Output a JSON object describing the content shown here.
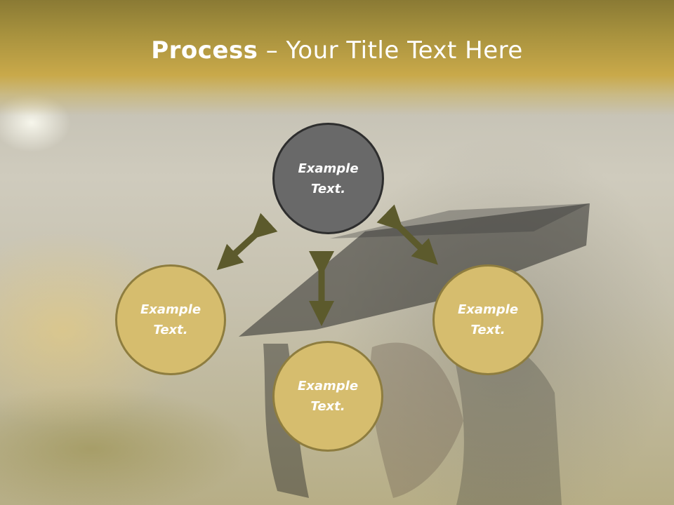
{
  "slide": {
    "title_bold": "Process",
    "title_rest": " – Your Title Text Here"
  },
  "diagram": {
    "nodes": [
      {
        "id": "top",
        "line1": "Example",
        "line2": "Text."
      },
      {
        "id": "left",
        "line1": "Example",
        "line2": "Text."
      },
      {
        "id": "bottom",
        "line1": "Example",
        "line2": "Text."
      },
      {
        "id": "right",
        "line1": "Example",
        "line2": "Text."
      }
    ],
    "connections": [
      {
        "from": "top",
        "to": "left",
        "style": "double-arrow"
      },
      {
        "from": "top",
        "to": "bottom",
        "style": "double-arrow"
      },
      {
        "from": "top",
        "to": "right",
        "style": "double-arrow"
      }
    ],
    "colors": {
      "center_fill": "#696969",
      "node_fill": "#d6bd6e",
      "arrow": "#5c5a2c",
      "title_band": "#c9a94a"
    }
  }
}
